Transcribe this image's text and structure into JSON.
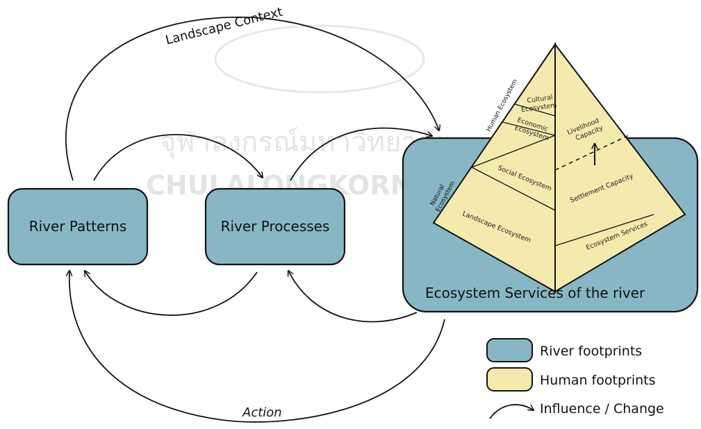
{
  "colors": {
    "river": "#87b7c4",
    "human": "#f5eaae",
    "stroke": "#111111",
    "watermark": "#cfcfcf"
  },
  "watermark": {
    "thai": "จุฬาลงกรณ์มหาวิทยาลัย",
    "english": "CHULALONGKORN UNIVERSITY"
  },
  "boxes": {
    "river_patterns": "River Patterns",
    "river_processes": "River Processes",
    "ecosystem_services": "Ecosystem Services of the river"
  },
  "arrows": {
    "top_label": "Landscape Context",
    "bottom_label": "Action"
  },
  "pyramid": {
    "left_face": {
      "cultural": [
        "Cultural",
        "Ecosystem"
      ],
      "economic": [
        "Economic",
        "Ecosystem"
      ],
      "social": "Social Ecosystem",
      "landscape": "Landscape Ecosystem"
    },
    "right_face": {
      "livelihood": [
        "Livelihood",
        "Capacity"
      ],
      "settlement": "Settlement Capacity",
      "ecosystem_services": "Ecosystem Services"
    },
    "side_labels": {
      "human": "Human Ecosystem",
      "natural": [
        "Natural",
        "Ecosystem"
      ]
    }
  },
  "legend": {
    "river_footprints": "River footprints",
    "human_footprints": "Human footprints",
    "influence": "Influence / Change"
  }
}
